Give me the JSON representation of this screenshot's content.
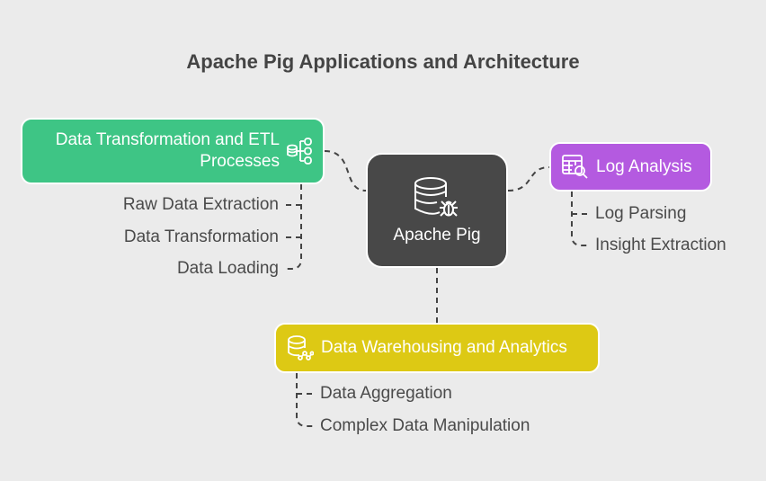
{
  "title": "Apache Pig Applications and Architecture",
  "colors": {
    "background": "#ebebeb",
    "center": "#484848",
    "etl": "#3ec585",
    "log": "#b45ae0",
    "warehouse": "#ddc914",
    "text_dark": "#4a4a4a",
    "connector": "#444444"
  },
  "center": {
    "label": "Apache Pig",
    "icon": "database-bug-icon"
  },
  "branches": [
    {
      "id": "etl",
      "label_line1": "Data Transformation and ETL",
      "label_line2": "Processes",
      "icon": "database-hierarchy-icon",
      "items": [
        "Raw Data Extraction",
        "Data Transformation",
        "Data Loading"
      ]
    },
    {
      "id": "log",
      "label": "Log Analysis",
      "icon": "table-search-icon",
      "items": [
        "Log Parsing",
        "Insight Extraction"
      ]
    },
    {
      "id": "warehouse",
      "label": "Data Warehousing and Analytics",
      "icon": "database-analytics-icon",
      "items": [
        "Data Aggregation",
        "Complex Data Manipulation"
      ]
    }
  ]
}
